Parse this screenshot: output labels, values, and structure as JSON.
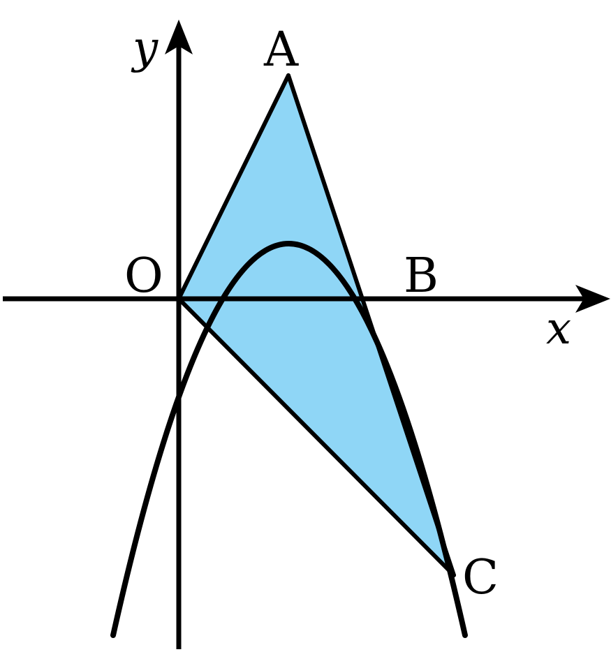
{
  "diagram": {
    "labels": {
      "x_axis": "x",
      "y_axis": "y",
      "origin": "O",
      "vertex": "A",
      "root": "B",
      "point_c": "C"
    },
    "colors": {
      "triangle_fill": "#8fd6f6",
      "stroke": "#000000",
      "background": "#ffffff"
    }
  }
}
